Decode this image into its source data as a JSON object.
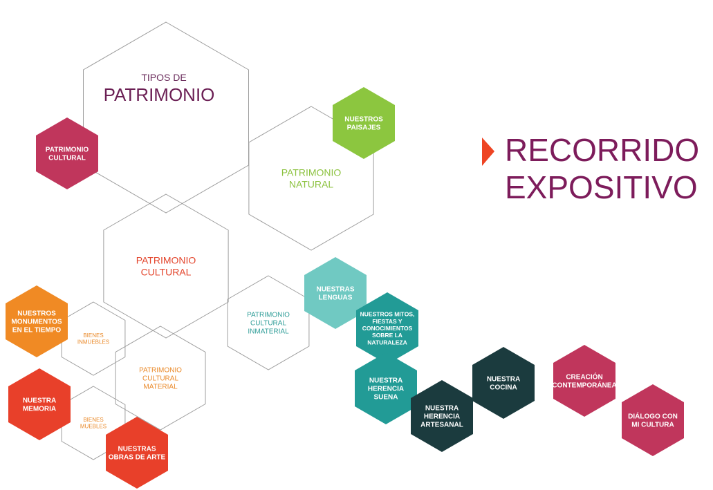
{
  "title": {
    "prefix": "TIPOS DE",
    "main": "PATRIMONIO"
  },
  "heading": {
    "line1": "RECORRIDO",
    "line2": "EXPOSITIVO"
  },
  "colors": {
    "title_prefix": "#6b2d5c",
    "title_main": "#6b1f54",
    "heading": "#7d1c5b",
    "heading_arrow": "#ee4423",
    "outline": "#9d9d9d",
    "natural": "#8cc23f",
    "cultural_red": "#e3452c",
    "inmaterial": "#2f9d98",
    "material": "#ea8a2a"
  },
  "outline_hexagons": [
    {
      "id": "tipos-de-patrimonio",
      "lines": []
    },
    {
      "id": "patrimonio-natural",
      "lines": [
        "PATRIMONIO",
        "NATURAL"
      ],
      "color": "#8cc23f",
      "font": 14
    },
    {
      "id": "patrimonio-cultural",
      "lines": [
        "PATRIMONIO",
        "CULTURAL"
      ],
      "color": "#e3452c",
      "font": 14
    },
    {
      "id": "patrimonio-cultural-inmaterial",
      "lines": [
        "PATRIMONIO",
        "CULTURAL",
        "INMATERIAL"
      ],
      "color": "#2f9d98",
      "font": 10
    },
    {
      "id": "patrimonio-cultural-material",
      "lines": [
        "PATRIMONIO",
        "CULTURAL",
        "MATERIAL"
      ],
      "color": "#ea8a2a",
      "font": 10
    },
    {
      "id": "bienes-inmuebles",
      "lines": [
        "BIENES",
        "INMUEBLES"
      ],
      "color": "#ea8a2a",
      "font": 8
    },
    {
      "id": "bienes-muebles",
      "lines": [
        "BIENES",
        "MUEBLES"
      ],
      "color": "#ea8a2a",
      "font": 8
    }
  ],
  "solid_hexagons": [
    {
      "id": "patrimonio-cultural-badge",
      "lines": [
        "PATRIMONIO",
        "CULTURAL"
      ],
      "fill": "#c0365c",
      "font": 10
    },
    {
      "id": "nuestros-paisajes",
      "lines": [
        "NUESTROS",
        "PAISAJES"
      ],
      "fill": "#8cc63f",
      "font": 10
    },
    {
      "id": "nuestras-lenguas",
      "lines": [
        "NUESTRAS",
        "LENGUAS"
      ],
      "fill": "#70c9c2",
      "font": 10
    },
    {
      "id": "nuestros-mitos",
      "lines": [
        "NUESTROS MITOS,",
        "FIESTAS Y",
        "CONOCIMIENTOS",
        "SOBRE LA",
        "NATURALEZA"
      ],
      "fill": "#229b96",
      "font": 8.5
    },
    {
      "id": "nuestra-herencia-suena",
      "lines": [
        "NUESTRA",
        "HERENCIA",
        "SUENA"
      ],
      "fill": "#229b96",
      "font": 10
    },
    {
      "id": "nuestra-herencia-artesanal",
      "lines": [
        "NUESTRA",
        "HERENCIA",
        "ARTESANAL"
      ],
      "fill": "#1b3b3e",
      "font": 10
    },
    {
      "id": "nuestra-cocina",
      "lines": [
        "NUESTRA",
        "COCINA"
      ],
      "fill": "#1b3b3e",
      "font": 10
    },
    {
      "id": "creacion-contemporanea",
      "lines": [
        "CREACIÓN",
        "CONTEMPORÁNEA"
      ],
      "fill": "#c0365c",
      "font": 10
    },
    {
      "id": "dialogo-con-mi-cultura",
      "lines": [
        "DIÁLOGO CON",
        "MI CULTURA"
      ],
      "fill": "#c0365c",
      "font": 10
    },
    {
      "id": "nuestros-monumentos",
      "lines": [
        "NUESTROS",
        "MONUMENTOS",
        "EN EL TIEMPO"
      ],
      "fill": "#f08a24",
      "font": 10
    },
    {
      "id": "nuestra-memoria",
      "lines": [
        "NUESTRA",
        "MEMORIA"
      ],
      "fill": "#e8402a",
      "font": 10
    },
    {
      "id": "nuestras-obras-de-arte",
      "lines": [
        "NUESTRAS",
        "OBRAS DE ARTE"
      ],
      "fill": "#e8402a",
      "font": 10
    }
  ]
}
